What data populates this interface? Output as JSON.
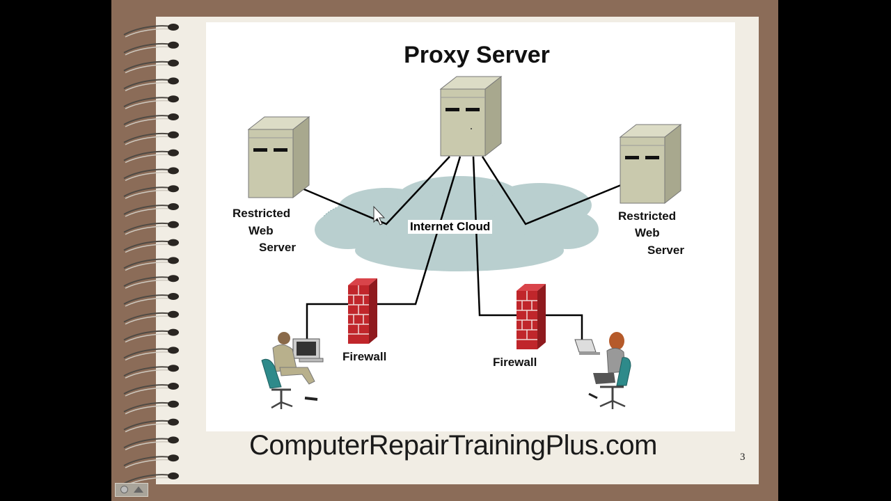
{
  "slide": {
    "title": "Proxy Server",
    "cloud_label": "Internet Cloud",
    "left_server_label": [
      "Restricted",
      "Web",
      "Server"
    ],
    "right_server_label": [
      "Restricted",
      "Web",
      "Server"
    ],
    "left_firewall_label": "Firewall",
    "right_firewall_label": "Firewall",
    "footer": "ComputerRepairTrainingPlus.com",
    "slide_number": "3"
  },
  "colors": {
    "frame": "#8b6c58",
    "page": "#f1ede4",
    "server": "#c9c9ad",
    "cloud": "#b9cfcf",
    "firewall": "#c0262b"
  }
}
